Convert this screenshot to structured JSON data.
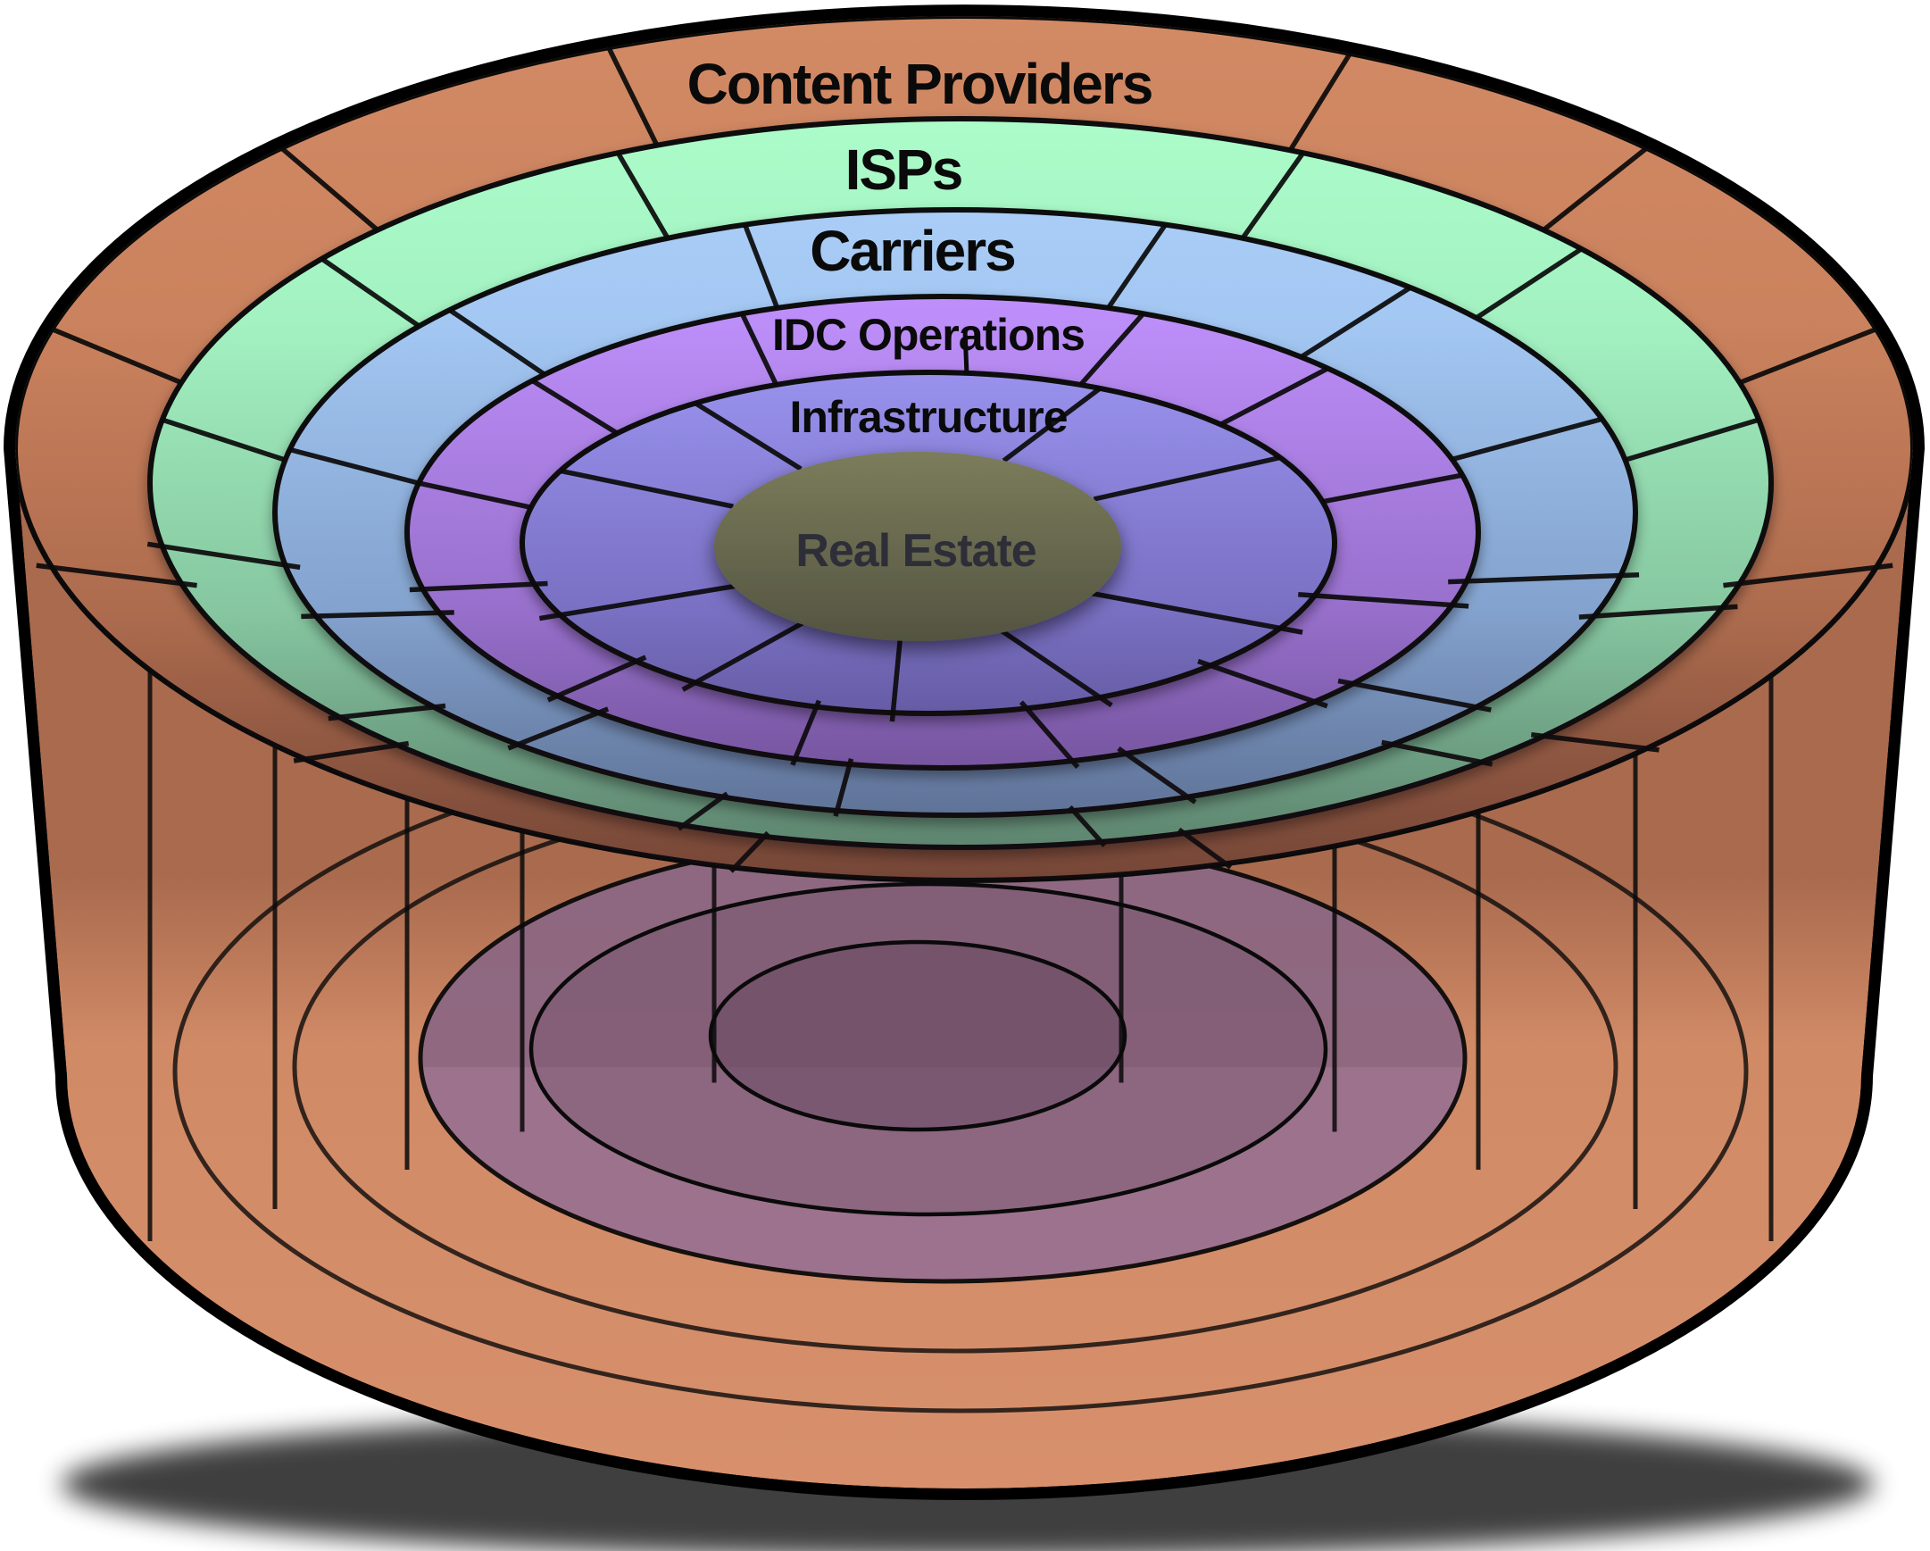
{
  "diagram": {
    "type": "nested-cylinder-layer-diagram",
    "layers": [
      {
        "label": "Content Providers",
        "color": "#d28a65"
      },
      {
        "label": "ISPs",
        "color": "#acfcca"
      },
      {
        "label": "Carriers",
        "color": "#a9cdf6"
      },
      {
        "label": "IDC Operations",
        "color": "#be8ffa"
      },
      {
        "label": "Infrastructure",
        "color": "#9c95f2"
      },
      {
        "label": "Real Estate",
        "color": "#7e805f"
      }
    ]
  },
  "colors": {
    "background": "#ffffff",
    "outline": "#000000",
    "line": "#0a0a0a",
    "content_providers": "#d28a65",
    "content_providers_dark": "#bd7350",
    "isps": "#acfcca",
    "isps_dark": "#8cd6ab",
    "carriers": "#a9cdf6",
    "carriers_dark": "#88aee2",
    "idc_operations": "#be8ffa",
    "idc_operations_dark": "#a076dd",
    "infrastructure": "#9c95f2",
    "infrastructure_dark": "#7f76d4",
    "real_estate": "#82845f",
    "real_estate_dark": "#5f614a",
    "wall": "#d8906c",
    "wall_dark": "#a96a4e",
    "bottom_disc": "#9b7190",
    "bottom_disc_dark": "#8d6883",
    "label_text": "#0a0a0a",
    "real_estate_text": "#2e2e38"
  }
}
